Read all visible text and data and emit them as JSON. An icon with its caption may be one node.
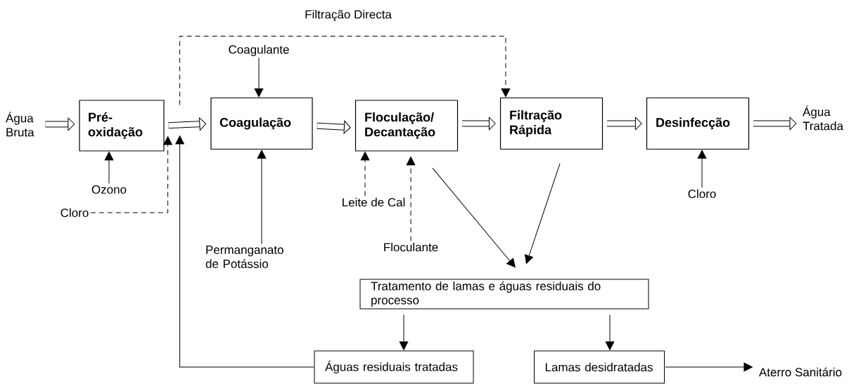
{
  "diagram": {
    "nodes": [
      {
        "text": [
          "Água Bruta"
        ]
      },
      {
        "text": [
          "Pré- oxidação"
        ]
      },
      {
        "text": [
          "Coagulação"
        ]
      },
      {
        "text": [
          "Floculação/ Decantação"
        ]
      },
      {
        "text": [
          "Filtração Rápida"
        ]
      },
      {
        "text": [
          "Desinfecção"
        ]
      },
      {
        "text": [
          "Água Tratada"
        ]
      },
      {
        "text": [
          "Coagulante"
        ]
      },
      {
        "text": [
          "Ozono"
        ]
      },
      {
        "text": [
          "Cloro"
        ]
      },
      {
        "text": [
          "Permanganato de Potássio"
        ]
      },
      {
        "text": [
          "Leite de Cal"
        ]
      },
      {
        "text": [
          "Floculante"
        ]
      },
      {
        "text": [
          "Cloro"
        ]
      },
      {
        "text": [
          "Tratamento de lamas e águas residuais do processo"
        ]
      },
      {
        "text": [
          "Águas residuais tratadas"
        ]
      },
      {
        "text": [
          "Lamas desidratadas"
        ]
      },
      {
        "text": [
          "Aterro Sanitário"
        ]
      }
    ],
    "edges": [
      {
        "from": 0,
        "to": 1,
        "arrow": "to",
        "style": "thick"
      },
      {
        "from": 1,
        "to": 2,
        "arrow": "to",
        "style": "thick"
      },
      {
        "from": 2,
        "to": 3,
        "arrow": "to",
        "style": "thick"
      },
      {
        "from": 3,
        "to": 4,
        "arrow": "to",
        "style": "thick"
      },
      {
        "from": 4,
        "to": 5,
        "arrow": "to",
        "style": "thick"
      },
      {
        "from": 5,
        "to": 6,
        "arrow": "to",
        "style": "thick"
      },
      {
        "from": 1,
        "to": 4,
        "arrow": "to",
        "style": "dashed",
        "label": "Filtração Directa"
      },
      {
        "from": 7,
        "to": 2,
        "arrow": "to"
      },
      {
        "from": 8,
        "to": 1,
        "arrow": "to"
      },
      {
        "from": 9,
        "to": 1,
        "arrow": "to",
        "style": "dashed"
      },
      {
        "from": 15,
        "to": 1,
        "arrow": "to"
      },
      {
        "from": 10,
        "to": 2,
        "arrow": "to"
      },
      {
        "from": 11,
        "to": 3,
        "arrow": "to",
        "style": "dashed"
      },
      {
        "from": 12,
        "to": 3,
        "arrow": "to",
        "style": "dashed"
      },
      {
        "from": 13,
        "to": 5,
        "arrow": "to"
      },
      {
        "from": 3,
        "to": 14,
        "arrow": "to"
      },
      {
        "from": 4,
        "to": 14,
        "arrow": "to"
      },
      {
        "from": 14,
        "to": 15,
        "arrow": "to"
      },
      {
        "from": 14,
        "to": 16,
        "arrow": "to"
      },
      {
        "from": 16,
        "to": 17,
        "arrow": "to"
      }
    ]
  }
}
